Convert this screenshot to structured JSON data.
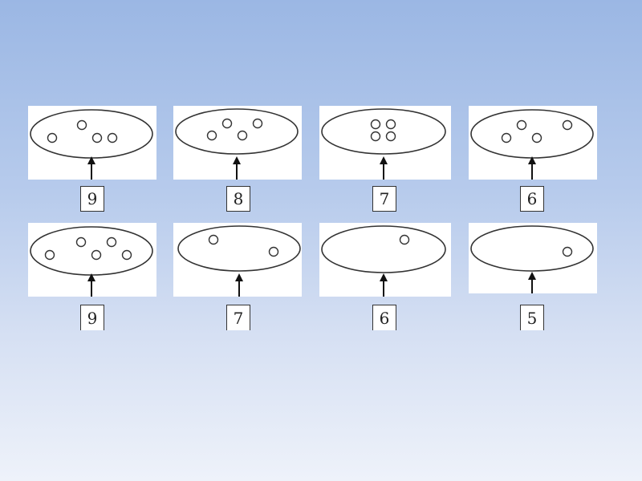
{
  "panels": [
    {
      "number": "9",
      "circles": 4
    },
    {
      "number": "8",
      "circles": 4
    },
    {
      "number": "7",
      "circles": 4
    },
    {
      "number": "6",
      "circles": 4
    },
    {
      "number": "9",
      "circles": 5
    },
    {
      "number": "7",
      "circles": 2
    },
    {
      "number": "6",
      "circles": 1
    },
    {
      "number": "5",
      "circles": 1
    }
  ]
}
